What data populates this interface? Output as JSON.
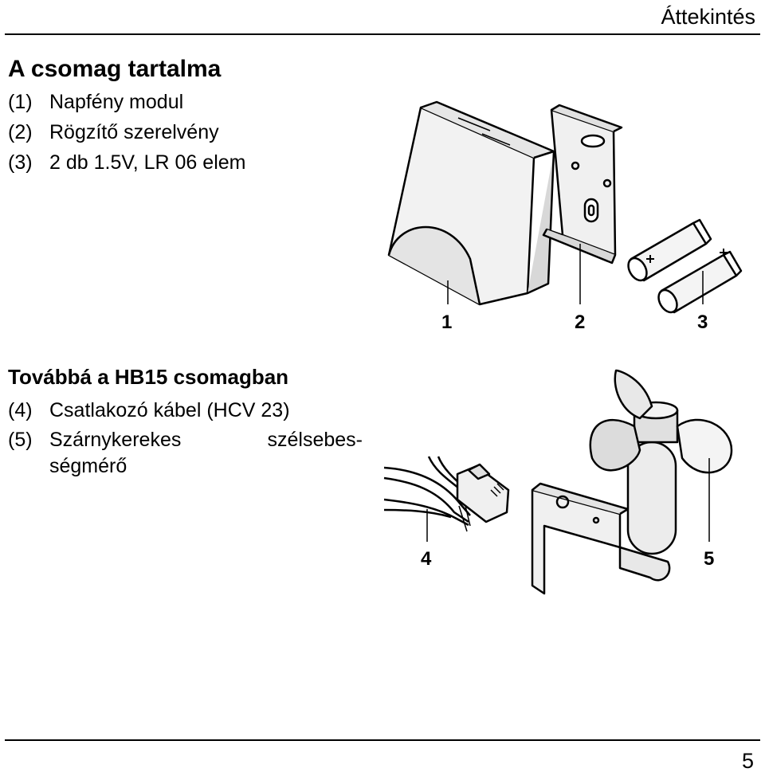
{
  "header": {
    "section": "Áttekintés"
  },
  "package": {
    "title": "A csomag tartalma",
    "items": [
      {
        "num": "(1)",
        "text": "Napfény modul"
      },
      {
        "num": "(2)",
        "text": "Rögzítő szerelvény"
      },
      {
        "num": "(3)",
        "text": "2 db 1.5V, LR 06 elem"
      }
    ],
    "callouts": [
      "1",
      "2",
      "3"
    ]
  },
  "hb15": {
    "title": "Továbbá a HB15 csomagban",
    "items": [
      {
        "num": "(4)",
        "text": "Csatlakozó kábel (HCV 23)"
      },
      {
        "num": "(5)",
        "text": "Szárnykerekes",
        "text_b": "szélsebes-",
        "text_cont": "ségmérő"
      }
    ],
    "callouts": [
      "4",
      "5"
    ]
  },
  "footer": {
    "page_number": "5"
  }
}
